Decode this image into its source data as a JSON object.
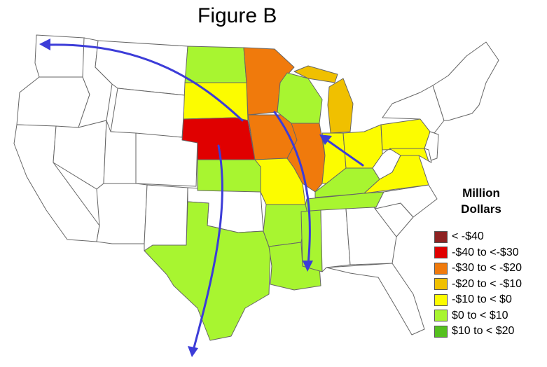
{
  "title": "Figure B",
  "legend": {
    "title_line1": "Million",
    "title_line2": "Dollars",
    "items": [
      {
        "label": "< -$40",
        "color": "#8e2323"
      },
      {
        "label": "-$40 to <-$30",
        "color": "#e00000"
      },
      {
        "label": "-$30 to < -$20",
        "color": "#f07a0c"
      },
      {
        "label": "-$20 to < -$10",
        "color": "#f0c000"
      },
      {
        "label": "-$10 to < $0",
        "color": "#fcfc00"
      },
      {
        "label": "$0 to < $10",
        "color": "#a8f530"
      },
      {
        "label": "$10 to < $20",
        "color": "#55c01e"
      }
    ]
  },
  "colors": {
    "arrow": "#3c3cd8",
    "border": "#666666",
    "nodata": "#ffffff"
  }
}
